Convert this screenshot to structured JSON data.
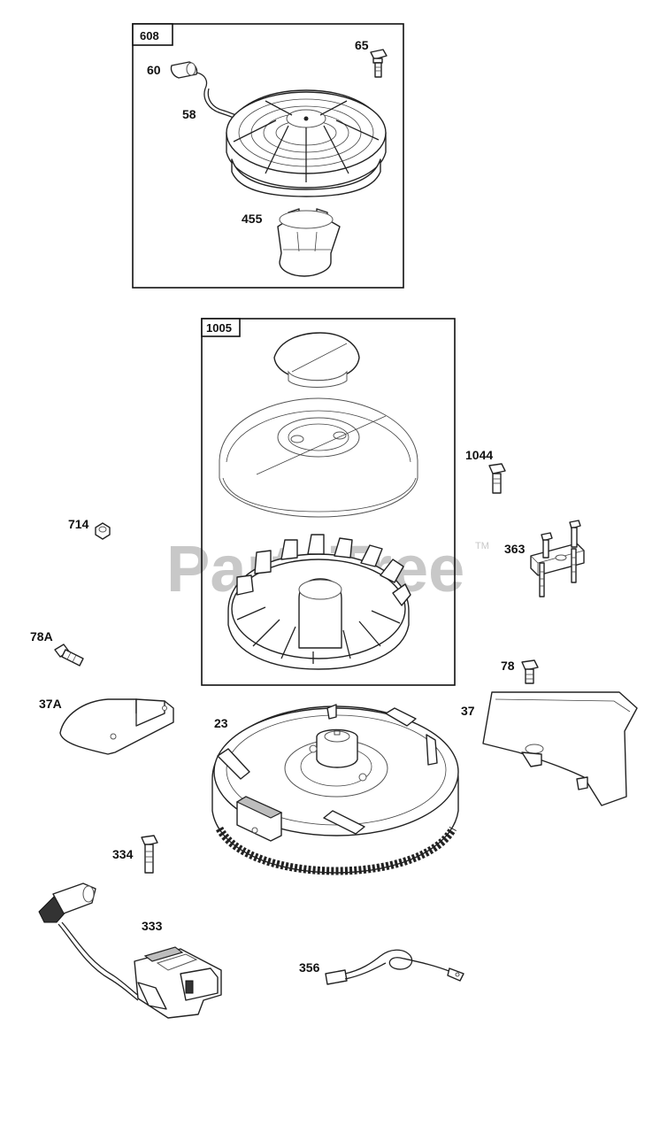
{
  "watermark": {
    "text": "PartsTree",
    "trademark": "TM"
  },
  "groups": [
    {
      "id": "608",
      "label": "608"
    },
    {
      "id": "1005",
      "label": "1005"
    }
  ],
  "parts": [
    {
      "label": "65",
      "icon": "bolt-icon"
    },
    {
      "label": "60",
      "icon": "starter-handle-icon"
    },
    {
      "label": "58",
      "icon": "starter-rope-icon"
    },
    {
      "label": "455",
      "icon": "starter-cup-icon"
    },
    {
      "label": "1044",
      "icon": "screw-icon"
    },
    {
      "label": "714",
      "icon": "nut-icon"
    },
    {
      "label": "363",
      "icon": "bracket-bolt-icon"
    },
    {
      "label": "78A",
      "icon": "screw-icon"
    },
    {
      "label": "78",
      "icon": "screw-icon"
    },
    {
      "label": "37A",
      "icon": "shield-bracket-icon"
    },
    {
      "label": "37",
      "icon": "blower-housing-baffle-icon"
    },
    {
      "label": "23",
      "icon": "flywheel-icon"
    },
    {
      "label": "334",
      "icon": "screw-icon"
    },
    {
      "label": "333",
      "icon": "ignition-armature-icon"
    },
    {
      "label": "356",
      "icon": "ground-wire-icon"
    }
  ]
}
